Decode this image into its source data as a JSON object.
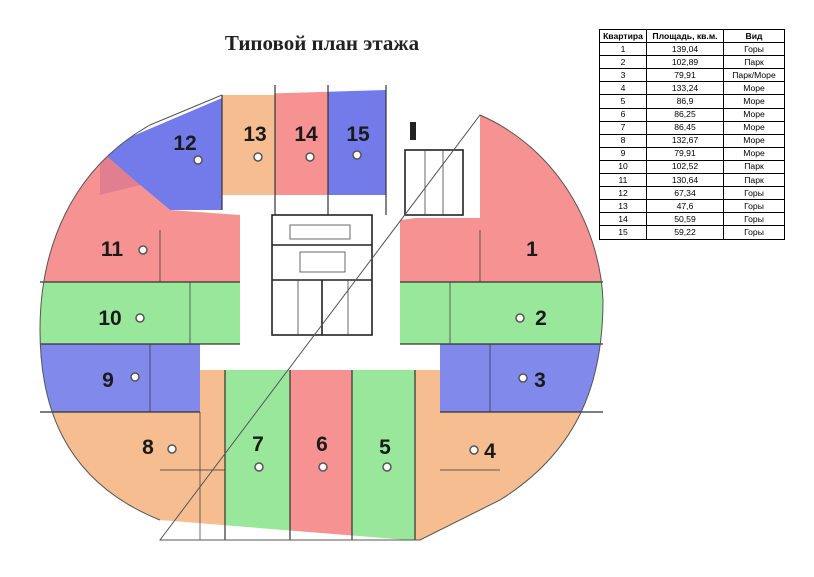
{
  "title": "Типовой план этажа",
  "table": {
    "headers": [
      "Квартира",
      "Площадь, кв.м.",
      "Вид"
    ],
    "rows": [
      [
        "1",
        "139,04",
        "Горы"
      ],
      [
        "2",
        "102,89",
        "Парк"
      ],
      [
        "3",
        "79,91",
        "Парк/Море"
      ],
      [
        "4",
        "133,24",
        "Море"
      ],
      [
        "5",
        "86,9",
        "Море"
      ],
      [
        "6",
        "86,25",
        "Море"
      ],
      [
        "7",
        "86,45",
        "Море"
      ],
      [
        "8",
        "132,67",
        "Море"
      ],
      [
        "9",
        "79,91",
        "Море"
      ],
      [
        "10",
        "102,52",
        "Парк"
      ],
      [
        "11",
        "130,64",
        "Парк"
      ],
      [
        "12",
        "67,34",
        "Горы"
      ],
      [
        "13",
        "47,6",
        "Горы"
      ],
      [
        "14",
        "50,59",
        "Горы"
      ],
      [
        "15",
        "59,22",
        "Горы"
      ]
    ]
  },
  "apartments": [
    {
      "label": "1",
      "color": "#f47f7f"
    },
    {
      "label": "2",
      "color": "#86e38a"
    },
    {
      "label": "3",
      "color": "#6b74e8"
    },
    {
      "label": "4",
      "color": "#f4b17e"
    },
    {
      "label": "5",
      "color": "#86e38a"
    },
    {
      "label": "6",
      "color": "#f47f7f"
    },
    {
      "label": "7",
      "color": "#86e38a"
    },
    {
      "label": "8",
      "color": "#f4b17e"
    },
    {
      "label": "9",
      "color": "#6b74e8"
    },
    {
      "label": "10",
      "color": "#86e38a"
    },
    {
      "label": "11",
      "color": "#f47f7f"
    },
    {
      "label": "12",
      "color": "#5b63e6"
    },
    {
      "label": "13",
      "color": "#f4b17e"
    },
    {
      "label": "14",
      "color": "#f47f7f"
    },
    {
      "label": "15",
      "color": "#5b63e6"
    }
  ]
}
